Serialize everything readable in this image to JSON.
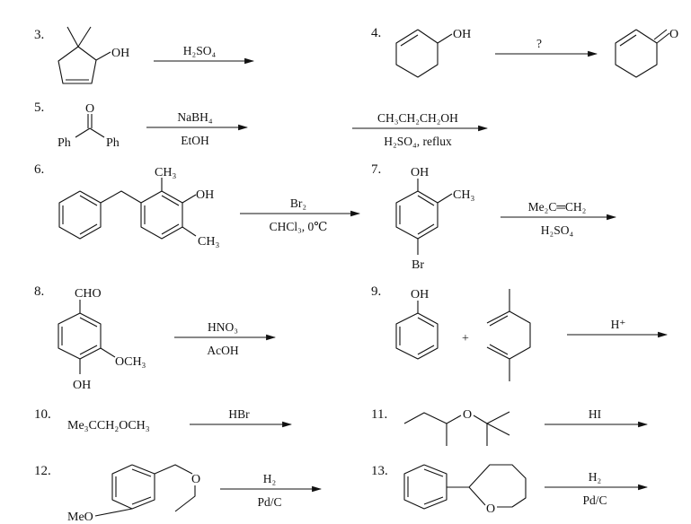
{
  "problems": [
    {
      "number": "3.",
      "substituents": [
        "OH"
      ],
      "reagents_above": "H₂SO₄",
      "reagents_below": ""
    },
    {
      "number": "4.",
      "substituents": [
        "OH"
      ],
      "reagents_above": "?",
      "product_substituents": [
        "O"
      ]
    },
    {
      "number": "5.",
      "substituents": [
        "O",
        "Ph",
        "Ph"
      ],
      "step1_above": "NaBH₄",
      "step1_below": "EtOH",
      "step2_above": "CH₃CH₂CH₂OH",
      "step2_below": "H₂SO₄, reflux"
    },
    {
      "number": "6.",
      "substituents": [
        "CH₃",
        "OH",
        "CH₃"
      ],
      "reagents_above": "Br₂",
      "reagents_below": "CHCl₃, 0℃"
    },
    {
      "number": "7.",
      "substituents": [
        "OH",
        "CH₃",
        "Br"
      ],
      "reagents_above": "Me₂C═CH₂",
      "reagents_below": "H₂SO₄"
    },
    {
      "number": "8.",
      "substituents": [
        "CHO",
        "OCH₃",
        "OH"
      ],
      "reagents_above": "HNO₃",
      "reagents_below": "AcOH"
    },
    {
      "number": "9.",
      "substituents": [
        "OH"
      ],
      "plus": "+",
      "reagents_above": "H⁺"
    },
    {
      "number": "10.",
      "formula": "Me₃CCH₂OCH₃",
      "reagents_above": "HBr"
    },
    {
      "number": "11.",
      "substituents": [
        "O"
      ],
      "reagents_above": "HI"
    },
    {
      "number": "12.",
      "substituents": [
        "O",
        "MeO"
      ],
      "reagents_above": "H₂",
      "reagents_below": "Pd/C"
    },
    {
      "number": "13.",
      "substituents": [
        "O"
      ],
      "reagents_above": "H₂",
      "reagents_below": "Pd/C"
    }
  ]
}
